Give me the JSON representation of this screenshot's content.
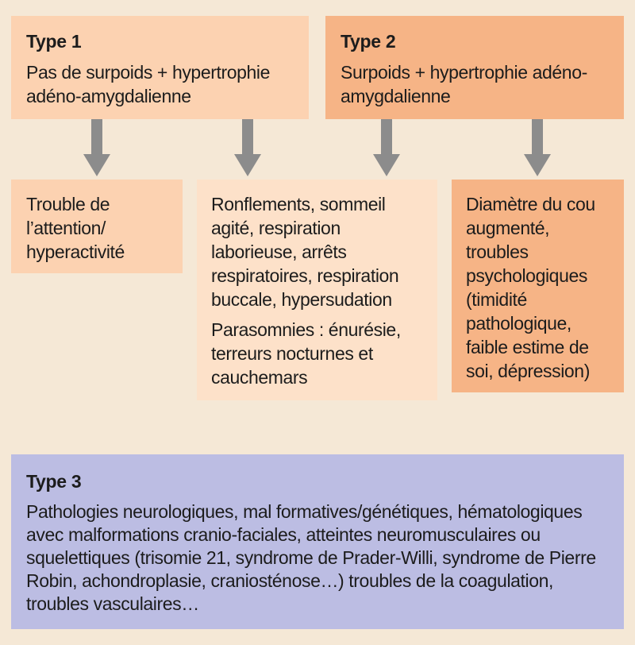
{
  "type1": {
    "title": "Type 1",
    "text": "Pas de surpoids + hypertrophie adéno-amygdalienne"
  },
  "type2": {
    "title": "Type 2",
    "text": "Surpoids + hypertrophie adéno-amygdalienne"
  },
  "result1": {
    "text": "Trouble de l’attention/ hyperactivité"
  },
  "result2": {
    "text1": "Ronflements, sommeil agité, respiration laborieuse, arrêts respiratoires, respiration buccale, hypersudation",
    "text2": "Parasomnies : énurésie, terreurs nocturnes et cauchemars"
  },
  "result3": {
    "text": "Diamètre du cou augmenté, troubles psychologiques (timidité pathologique, faible estime de soi, dépression)"
  },
  "type3": {
    "title": "Type 3",
    "text": "Pathologies neurologiques, mal formatives/génétiques, hématologiques avec malformations cranio-faciales, atteintes neuromusculaires ou squelettiques (trisomie 21, syndrome de Prader-Willi, syndrome de Pierre Robin, achondroplasie, craniosténose…) troubles de la coagulation, troubles vasculaires…"
  },
  "colors": {
    "background": "#f5e8d6",
    "type1_box": "#fcd2b1",
    "type2_box": "#f6b486",
    "result2_box": "#fde1c9",
    "type3_box": "#bcbde3",
    "arrow": "#8c8c8c"
  }
}
